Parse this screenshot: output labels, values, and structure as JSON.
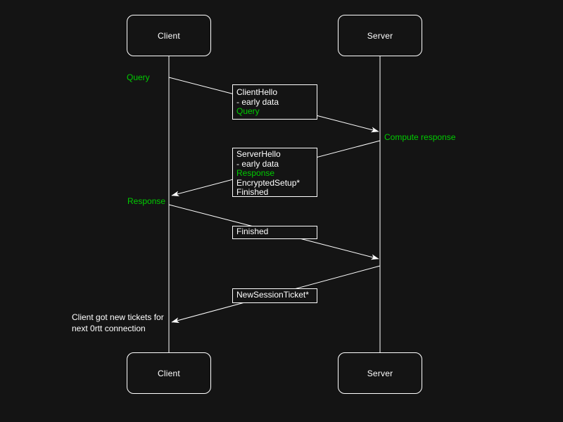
{
  "colors": {
    "bg": "#141414",
    "fg": "#ffffff",
    "green": "#00cc00"
  },
  "actors": {
    "client_top": "Client",
    "server_top": "Server",
    "client_bottom": "Client",
    "server_bottom": "Server"
  },
  "labels": {
    "query": "Query",
    "compute_response": "Compute response",
    "response": "Response"
  },
  "note": {
    "line1": "Client got new tickets for",
    "line2": "next 0rtt connection"
  },
  "messages": {
    "client_hello": {
      "lines": [
        {
          "text": "ClientHello",
          "color": "white"
        },
        {
          "text": "- early data",
          "color": "white"
        },
        {
          "text": "Query",
          "color": "green"
        }
      ]
    },
    "server_hello": {
      "lines": [
        {
          "text": "ServerHello",
          "color": "white"
        },
        {
          "text": "- early data",
          "color": "white"
        },
        {
          "text": "Response",
          "color": "green"
        },
        {
          "text": "EncryptedSetup*",
          "color": "white"
        },
        {
          "text": "Finished",
          "color": "white"
        }
      ]
    },
    "finished": {
      "lines": [
        {
          "text": "Finished",
          "color": "white"
        }
      ]
    },
    "new_session_ticket": {
      "lines": [
        {
          "text": "NewSessionTicket*",
          "color": "white"
        }
      ]
    }
  }
}
